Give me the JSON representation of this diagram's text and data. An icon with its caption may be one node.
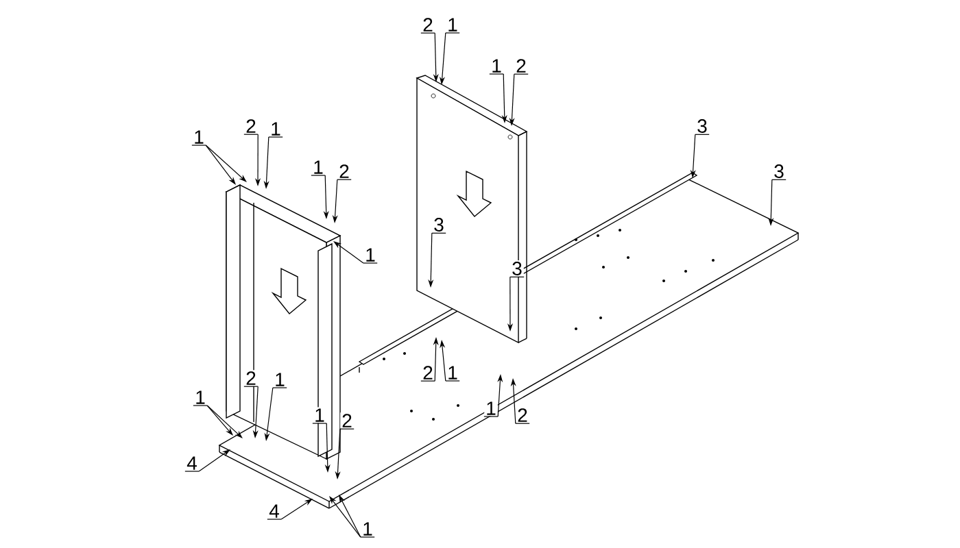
{
  "diagram": {
    "nodes": [
      {
        "text": [
          "2"
        ]
      },
      {
        "text": [
          "1"
        ]
      },
      {
        "text": [
          "1"
        ]
      },
      {
        "text": [
          "2"
        ]
      },
      {
        "text": [
          "1"
        ]
      },
      {
        "text": [
          "2"
        ]
      },
      {
        "text": [
          "1"
        ]
      },
      {
        "text": [
          "3"
        ]
      },
      {
        "text": [
          "1"
        ]
      },
      {
        "text": [
          "2"
        ]
      },
      {
        "text": [
          "3"
        ]
      },
      {
        "text": [
          "1"
        ]
      },
      {
        "text": [
          "3"
        ]
      },
      {
        "text": [
          "3"
        ]
      },
      {
        "text": [
          "2"
        ]
      },
      {
        "text": [
          "1"
        ]
      },
      {
        "text": [
          "2"
        ]
      },
      {
        "text": [
          "1"
        ]
      },
      {
        "text": [
          "1"
        ]
      },
      {
        "text": [
          "2"
        ]
      },
      {
        "text": [
          "1"
        ]
      },
      {
        "text": [
          "1"
        ]
      },
      {
        "text": [
          "2"
        ]
      },
      {
        "text": [
          "4"
        ]
      },
      {
        "text": [
          "4"
        ]
      },
      {
        "text": [
          "1"
        ]
      }
    ],
    "edges": [
      {
        "from": 0,
        "to": null,
        "arrow": "to"
      },
      {
        "from": 1,
        "to": null,
        "arrow": "to"
      },
      {
        "from": 2,
        "to": null,
        "arrow": "to"
      },
      {
        "from": 3,
        "to": null,
        "arrow": "to"
      },
      {
        "from": 4,
        "to": null,
        "arrow": "to"
      },
      {
        "from": 4,
        "to": null,
        "arrow": "to"
      },
      {
        "from": 5,
        "to": null,
        "arrow": "to"
      },
      {
        "from": 6,
        "to": null,
        "arrow": "to"
      },
      {
        "from": 7,
        "to": null,
        "arrow": "to"
      },
      {
        "from": 8,
        "to": null,
        "arrow": "to"
      },
      {
        "from": 9,
        "to": null,
        "arrow": "to"
      },
      {
        "from": 10,
        "to": null,
        "arrow": "to"
      },
      {
        "from": 11,
        "to": null,
        "arrow": "to"
      },
      {
        "from": 12,
        "to": null,
        "arrow": "to"
      },
      {
        "from": 13,
        "to": null,
        "arrow": "to"
      },
      {
        "from": 14,
        "to": null,
        "arrow": "to"
      },
      {
        "from": 15,
        "to": null,
        "arrow": "to"
      },
      {
        "from": 16,
        "to": null,
        "arrow": "to"
      },
      {
        "from": 17,
        "to": null,
        "arrow": "to"
      },
      {
        "from": 18,
        "to": null,
        "arrow": "to"
      },
      {
        "from": 19,
        "to": null,
        "arrow": "to"
      },
      {
        "from": 20,
        "to": null,
        "arrow": "to"
      },
      {
        "from": 20,
        "to": null,
        "arrow": "to"
      },
      {
        "from": 21,
        "to": null,
        "arrow": "to"
      },
      {
        "from": 22,
        "to": null,
        "arrow": "to"
      },
      {
        "from": 23,
        "to": null,
        "arrow": "to"
      },
      {
        "from": 24,
        "to": null,
        "arrow": "to"
      },
      {
        "from": 25,
        "to": null,
        "arrow": "to"
      },
      {
        "from": 25,
        "to": null,
        "arrow": "to"
      }
    ]
  }
}
